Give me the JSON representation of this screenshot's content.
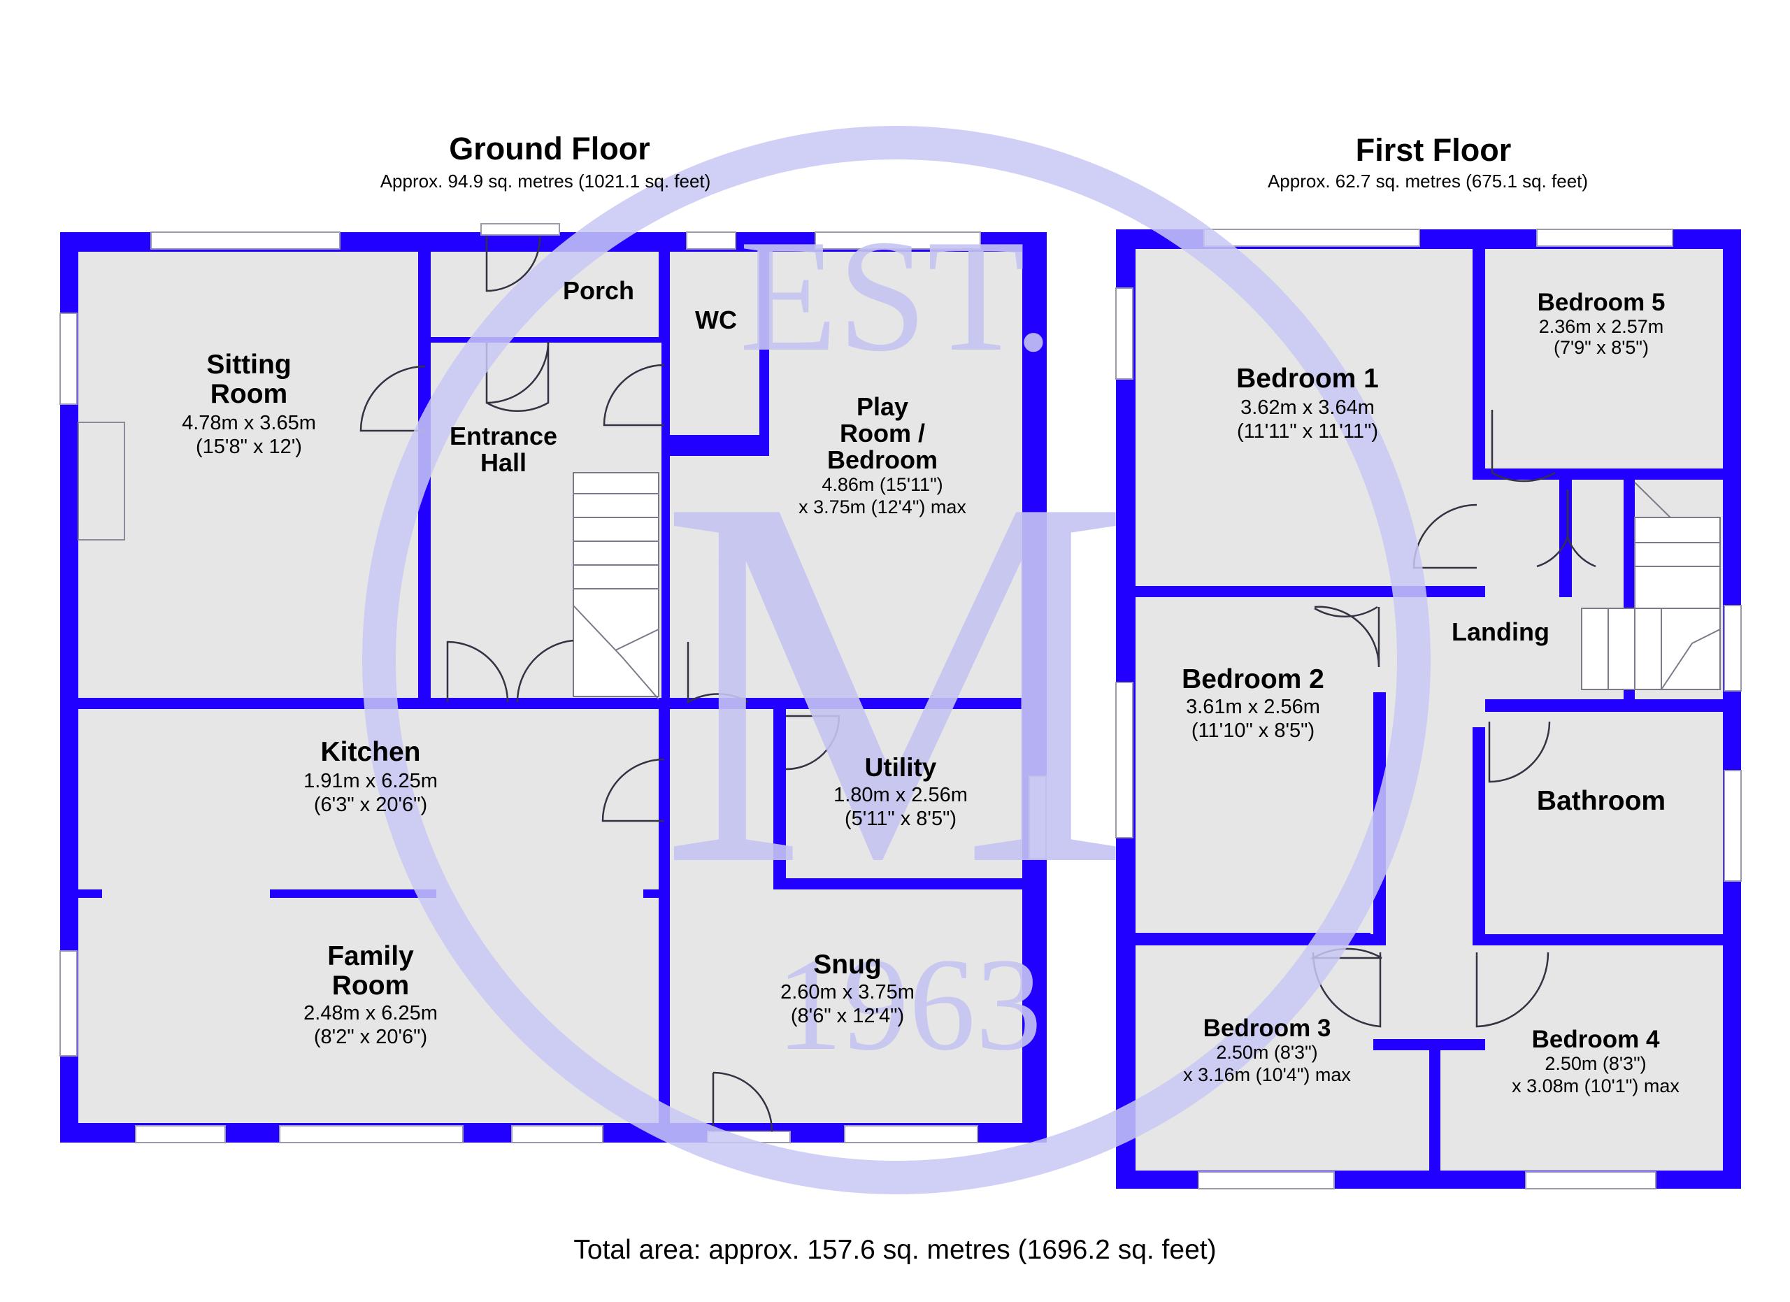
{
  "ground_floor": {
    "title": "Ground Floor",
    "area": "Approx. 94.9 sq. metres (1021.1 sq. feet)",
    "rooms": {
      "sitting_room": {
        "name_1": "Sitting",
        "name_2": "Room",
        "dim_1": "4.78m x 3.65m",
        "dim_2": "(15'8\" x 12')"
      },
      "porch": {
        "name_1": "Porch"
      },
      "wc": {
        "name_1": "WC"
      },
      "entrance_hall": {
        "name_1": "Entrance",
        "name_2": "Hall"
      },
      "play_room": {
        "name_1": "Play",
        "name_2": "Room /",
        "name_3": "Bedroom",
        "dim_1": "4.86m (15'11\")",
        "dim_2": "x 3.75m (12'4\") max"
      },
      "kitchen": {
        "name_1": "Kitchen",
        "dim_1": "1.91m x 6.25m",
        "dim_2": "(6'3\" x 20'6\")"
      },
      "utility": {
        "name_1": "Utility",
        "dim_1": "1.80m x 2.56m",
        "dim_2": "(5'11\" x 8'5\")"
      },
      "family_room": {
        "name_1": "Family",
        "name_2": "Room",
        "dim_1": "2.48m x 6.25m",
        "dim_2": "(8'2\" x 20'6\")"
      },
      "snug": {
        "name_1": "Snug",
        "dim_1": "2.60m x 3.75m",
        "dim_2": "(8'6\" x 12'4\")"
      }
    }
  },
  "first_floor": {
    "title": "First Floor",
    "area": "Approx. 62.7 sq. metres (675.1 sq. feet)",
    "rooms": {
      "bedroom_1": {
        "name_1": "Bedroom 1",
        "dim_1": "3.62m x 3.64m",
        "dim_2": "(11'11\" x 11'11\")"
      },
      "bedroom_5": {
        "name_1": "Bedroom 5",
        "dim_1": "2.36m x 2.57m",
        "dim_2": "(7'9\" x 8'5\")"
      },
      "landing": {
        "name_1": "Landing"
      },
      "bedroom_2": {
        "name_1": "Bedroom 2",
        "dim_1": "3.61m x 2.56m",
        "dim_2": "(11'10\" x 8'5\")"
      },
      "bathroom": {
        "name_1": "Bathroom"
      },
      "bedroom_3": {
        "name_1": "Bedroom 3",
        "dim_1": "2.50m (8'3\")",
        "dim_2": "x 3.16m (10'4\") max"
      },
      "bedroom_4": {
        "name_1": "Bedroom 4",
        "dim_1": "2.50m (8'3\")",
        "dim_2": "x 3.08m (10'1\") max"
      }
    }
  },
  "total_area": "Total area: approx. 157.6 sq. metres (1696.2 sq. feet)",
  "watermark": {
    "top_text": "EST.",
    "letter": "M",
    "year": "1963"
  },
  "colors": {
    "walls": "#2200ff",
    "floor": "#e6e6e6",
    "watermark": "#c4c4f2",
    "background": "#ffffff"
  }
}
